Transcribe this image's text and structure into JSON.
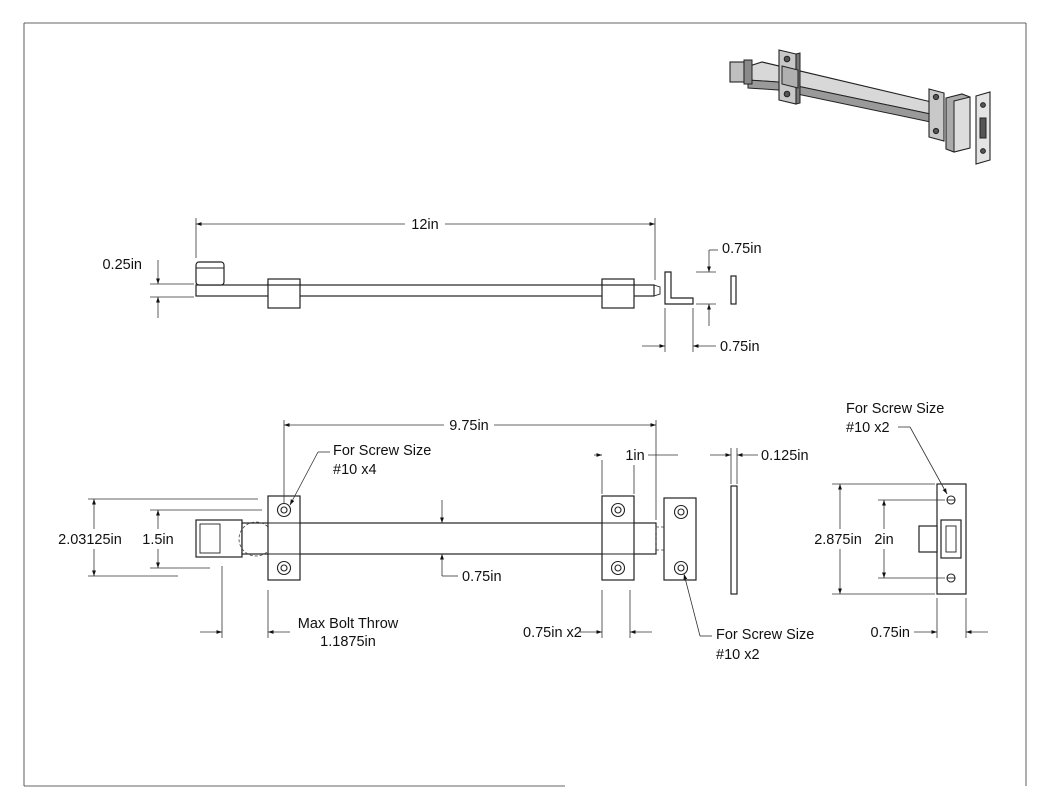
{
  "dimensions": {
    "top_length": "12in",
    "top_height": "0.25in",
    "bracket_height": "0.75in",
    "bracket_width": "0.75in",
    "mount_spacing": "9.75in",
    "screw_note_bolt_1": "For Screw Size",
    "screw_note_bolt_2": "#10 x4",
    "bracket_width_front": "1in",
    "plate_thickness": "0.125in",
    "overall_height": "2.03125in",
    "inner_height": "1.5in",
    "bolt_diameter": "0.75in",
    "max_throw_1": "Max Bolt Throw",
    "max_throw_2": "1.1875in",
    "bracket_depth_count": "0.75in x2",
    "screw_note_keeper_1": "For Screw Size",
    "screw_note_keeper_2": "#10 x2",
    "strike_note_1": "For Screw Size",
    "strike_note_2": "#10 x2",
    "strike_height": "2.875in",
    "strike_hole_spacing": "2in",
    "strike_width": "0.75in"
  }
}
